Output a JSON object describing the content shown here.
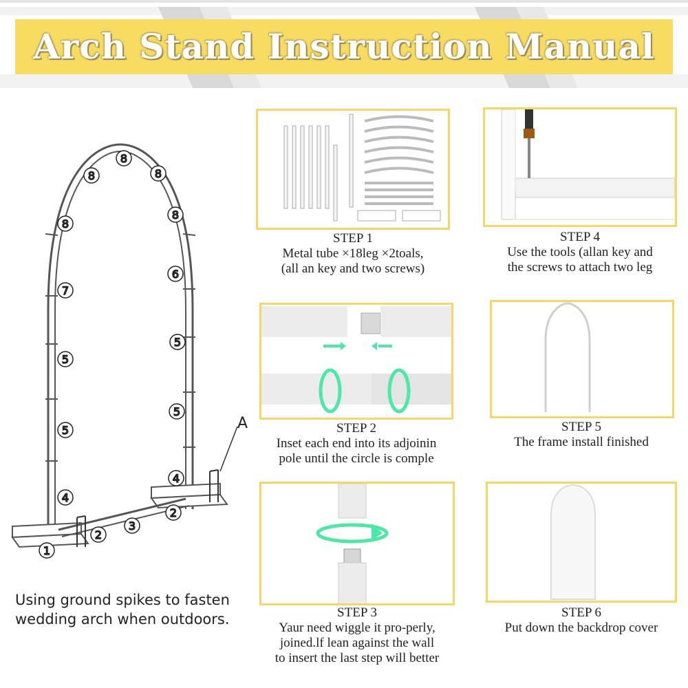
{
  "header": {
    "title": "Arch Stand Instruction Manual"
  },
  "diagram": {
    "label_a": "A",
    "circle_numbers": [
      "8",
      "8",
      "8",
      "8",
      "8",
      "6",
      "7",
      "5",
      "5",
      "5",
      "5",
      "4",
      "4",
      "3",
      "2",
      "2",
      "1"
    ],
    "note_line1": "Using ground spikes to fasten",
    "note_line2": "wedding arch when outdoors."
  },
  "steps": [
    {
      "id": "step1",
      "title": "STEP 1",
      "lines": [
        "Metal tube ×18leg ×2toals,",
        "(all an key and two screws)"
      ]
    },
    {
      "id": "step2",
      "title": "STEP 2",
      "lines": [
        "Inset each end into its adjoinin",
        "pole until the circle is comple"
      ]
    },
    {
      "id": "step3",
      "title": "STEP 3",
      "lines": [
        "Yaur need wiggle it pro-perly,",
        "joined.lf lean against the wall",
        "to insert the last step will better"
      ]
    },
    {
      "id": "step4",
      "title": "STEP 4",
      "lines": [
        "Use the tools (allan key and",
        "the screws to attach two leg"
      ]
    },
    {
      "id": "step5",
      "title": "STEP 5",
      "lines": [
        "The frame install finished"
      ]
    },
    {
      "id": "step6",
      "title": "STEP 6",
      "lines": [
        "Put down the backdrop cover"
      ]
    }
  ],
  "colors": {
    "banner": "#f8dc62",
    "panel_border": "#f5d766",
    "arrow": "#4ce8a8"
  }
}
